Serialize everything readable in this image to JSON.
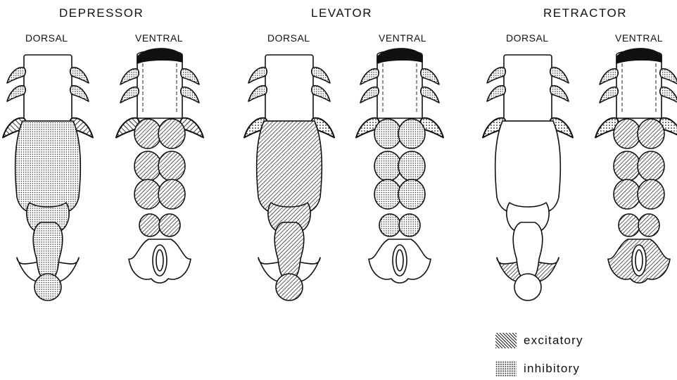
{
  "groups": [
    {
      "title": "DEPRESSOR"
    },
    {
      "title": "LEVATOR"
    },
    {
      "title": "RETRACTOR"
    }
  ],
  "views": {
    "dorsal": "DORSAL",
    "ventral": "VENTRAL"
  },
  "legend": {
    "excitatory": "excitatory",
    "inhibitory": "inhibitory"
  },
  "panels": [
    {
      "group": "DEPRESSOR",
      "view": "DORSAL",
      "spines": "inhibitory",
      "lastSpine": "excitatory",
      "body": "inhibitory",
      "pleats": "inhibitory",
      "stem": "inhibitory",
      "bottom": "inhibitory"
    },
    {
      "group": "DEPRESSOR",
      "view": "VENTRAL",
      "spines": "inhibitory",
      "lastSpine": "excitatory",
      "pads": "excitatory",
      "lowerPads": "excitatory",
      "lowerMode": "ring"
    },
    {
      "group": "LEVATOR",
      "view": "DORSAL",
      "spines": "inhibitory",
      "lastSpine": "inhibitory",
      "body": "excitatory",
      "pleats": "excitatory",
      "stem": "excitatory",
      "bottom": "excitatory"
    },
    {
      "group": "LEVATOR",
      "view": "VENTRAL",
      "spines": "inhibitory",
      "lastSpine": "inhibitory",
      "pads": "inhibitory",
      "lowerPads": "inhibitory",
      "lowerMode": "ring"
    },
    {
      "group": "RETRACTOR",
      "view": "DORSAL",
      "spines": "inhibitory",
      "lastSpine": "inhibitory",
      "body": "none",
      "pleats": "none",
      "stem": "none",
      "bottom": "none",
      "flukes": "excitatory"
    },
    {
      "group": "RETRACTOR",
      "view": "VENTRAL",
      "spines": "inhibitory",
      "lastSpine": "inhibitory",
      "pads": "excitatory",
      "lowerPads": "excitatory",
      "lowerMode": "hatched"
    }
  ]
}
